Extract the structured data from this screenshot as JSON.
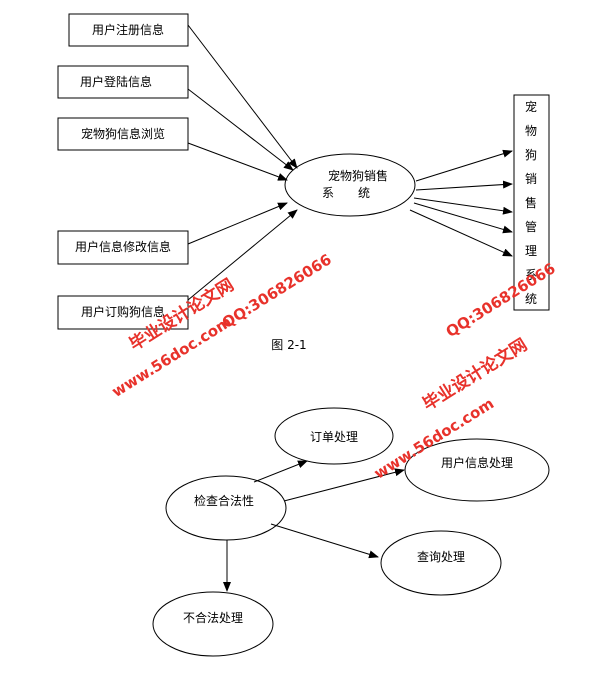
{
  "diagram1": {
    "inputs": [
      "用户注册信息",
      "用户登陆信息",
      "宠物狗信息浏览",
      "用户信息修改信息",
      "用户订购狗信息"
    ],
    "center_line1": "宠物狗销售",
    "center_line2": "系　　统",
    "output_chars": [
      "宠",
      "物",
      "狗",
      "销",
      "售",
      "管",
      "理",
      "系",
      "统"
    ],
    "caption": "图 2-1"
  },
  "diagram2": {
    "start": "检查合法性",
    "order": "订单处理",
    "user_info": "用户信息处理",
    "query": "查询处理",
    "invalid": "不合法处理"
  },
  "watermark": {
    "url": "www.56doc.com",
    "qq": "QQ:306826066",
    "title": "毕业设计论文网"
  },
  "colors": {
    "watermark": "#e8322b",
    "stroke": "#000000"
  }
}
